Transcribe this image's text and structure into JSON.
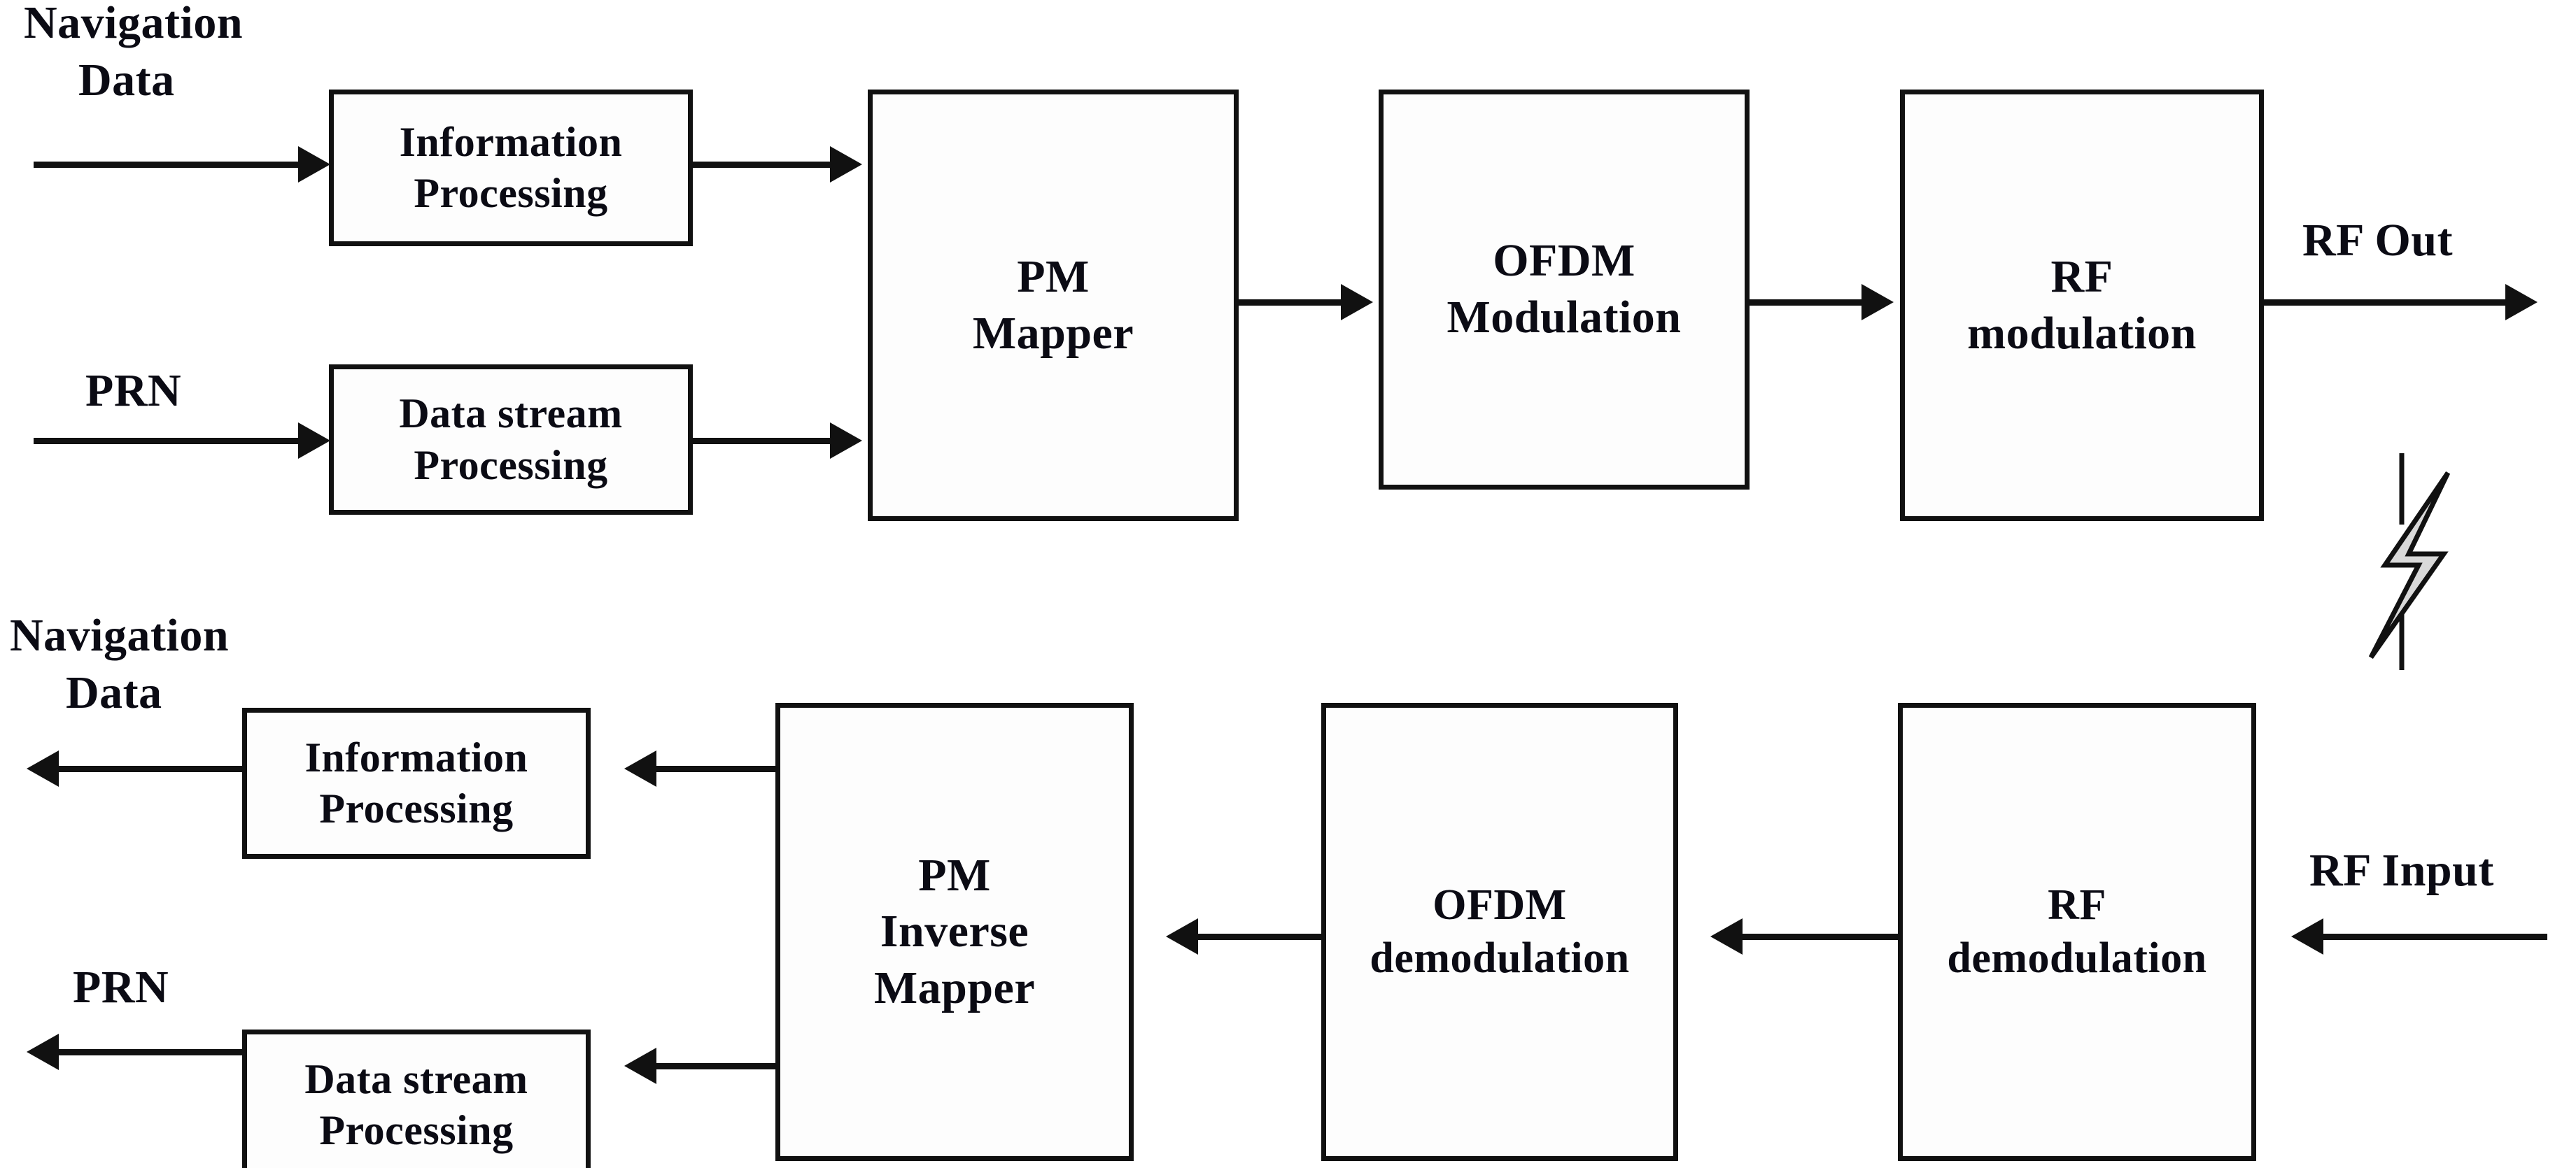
{
  "diagram": {
    "title": "GNSS OFDM transmitter and receiver block diagram",
    "colors": {
      "line": "#111111",
      "text": "#0b0b14",
      "background": "#ffffff",
      "block_fill": "#fdfdfd",
      "bolt_fill": "#d9d9d9"
    },
    "transmitter": {
      "inputs": [
        {
          "label_line1": "Navigation",
          "label_line2": "Data"
        },
        {
          "label_line1": "PRN",
          "label_line2": ""
        }
      ],
      "blocks": [
        {
          "line1": "Information",
          "line2": "Processing",
          "line3": ""
        },
        {
          "line1": "Data stream",
          "line2": "Processing",
          "line3": ""
        },
        {
          "line1": "PM",
          "line2": "Mapper",
          "line3": ""
        },
        {
          "line1": "OFDM",
          "line2": "Modulation",
          "line3": ""
        },
        {
          "line1": "RF",
          "line2": "modulation",
          "line3": ""
        }
      ],
      "output_label": "RF Out"
    },
    "channel": {
      "icon": "lightning-bolt-icon"
    },
    "receiver": {
      "input_label": "RF Input",
      "blocks": [
        {
          "line1": "RF",
          "line2": "demodulation",
          "line3": ""
        },
        {
          "line1": "OFDM",
          "line2": "demodulation",
          "line3": ""
        },
        {
          "line1": "PM",
          "line2": "Inverse",
          "line3": "Mapper"
        },
        {
          "line1": "Information",
          "line2": "Processing",
          "line3": ""
        },
        {
          "line1": "Data stream",
          "line2": "Processing",
          "line3": ""
        }
      ],
      "outputs": [
        {
          "label_line1": "Navigation",
          "label_line2": "Data"
        },
        {
          "label_line1": "PRN",
          "label_line2": ""
        }
      ]
    }
  }
}
